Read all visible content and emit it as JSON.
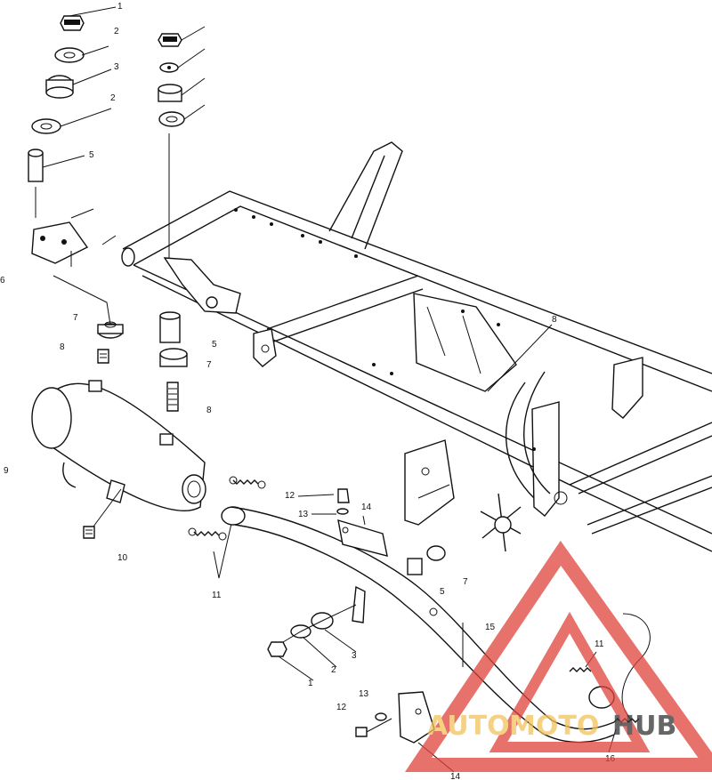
{
  "callouts": [
    "1",
    "2",
    "3",
    "2",
    "5",
    "6",
    "7",
    "8",
    "5",
    "7",
    "8",
    "9",
    "10",
    "11",
    "12",
    "13",
    "14",
    "5",
    "7",
    "15",
    "1",
    "2",
    "3",
    "13",
    "12",
    "14",
    "11",
    "16",
    "8"
  ],
  "watermark": {
    "text_a": "AUTO",
    "text_b": "MOTO",
    "text_c": "HUB",
    "color_primary": "#e0433c",
    "color_secondary": "#f2c25b",
    "color_dark": "#333333"
  }
}
